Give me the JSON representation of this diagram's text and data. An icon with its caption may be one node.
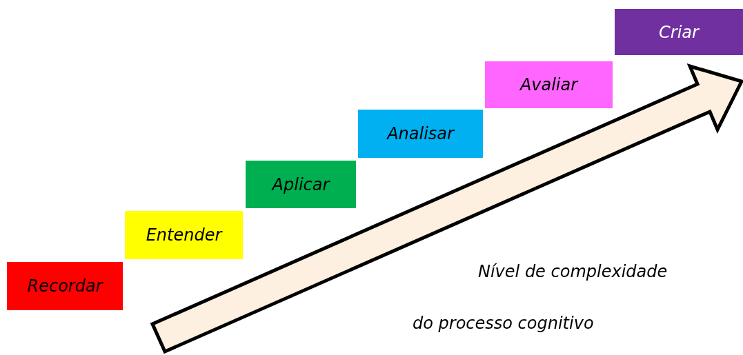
{
  "diagram": {
    "nodes": [
      {
        "text": [
          "Recordar"
        ]
      },
      {
        "text": [
          "Entender"
        ]
      },
      {
        "text": [
          "Aplicar"
        ]
      },
      {
        "text": [
          "Analisar"
        ]
      },
      {
        "text": [
          "Avaliar"
        ]
      },
      {
        "text": [
          "Criar"
        ]
      }
    ],
    "labels": [
      "Nível de complexidade",
      "do processo cognitivo"
    ]
  }
}
